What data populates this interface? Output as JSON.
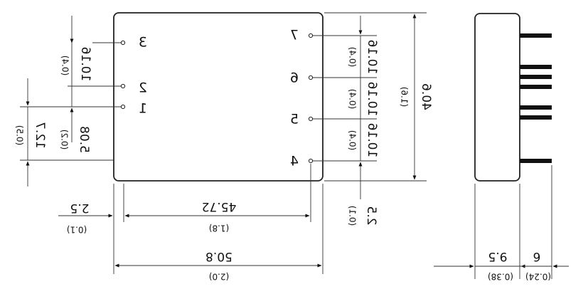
{
  "front_view": {
    "pins_left": [
      "3",
      "2",
      "1"
    ],
    "pins_right": [
      "7",
      "6",
      "5",
      "4"
    ]
  },
  "dimensions": {
    "pitch_left": "10.16",
    "pitch_left_in": "(0.4)",
    "pin_offset": "5.08",
    "pin_offset_in": "(0.2)",
    "pin1_height": "12.7",
    "pin1_height_in": "(0.5)",
    "pitch_right": "10.16",
    "pitch_right_in": "(0.4)",
    "height": "40.6",
    "height_in": "(1.6)",
    "pin4_offset": "2.5",
    "pin4_offset_in": "(0.1)",
    "left_margin": "2.5",
    "left_margin_in": "(0.1)",
    "pin_span": "45.72",
    "pin_span_in": "(1.8)",
    "width": "50.8",
    "width_in": "(2.0)",
    "side_depth": "9.5",
    "side_depth_in": "(0.38)",
    "pin_length": "6",
    "pin_length_in": "(0.24)"
  }
}
